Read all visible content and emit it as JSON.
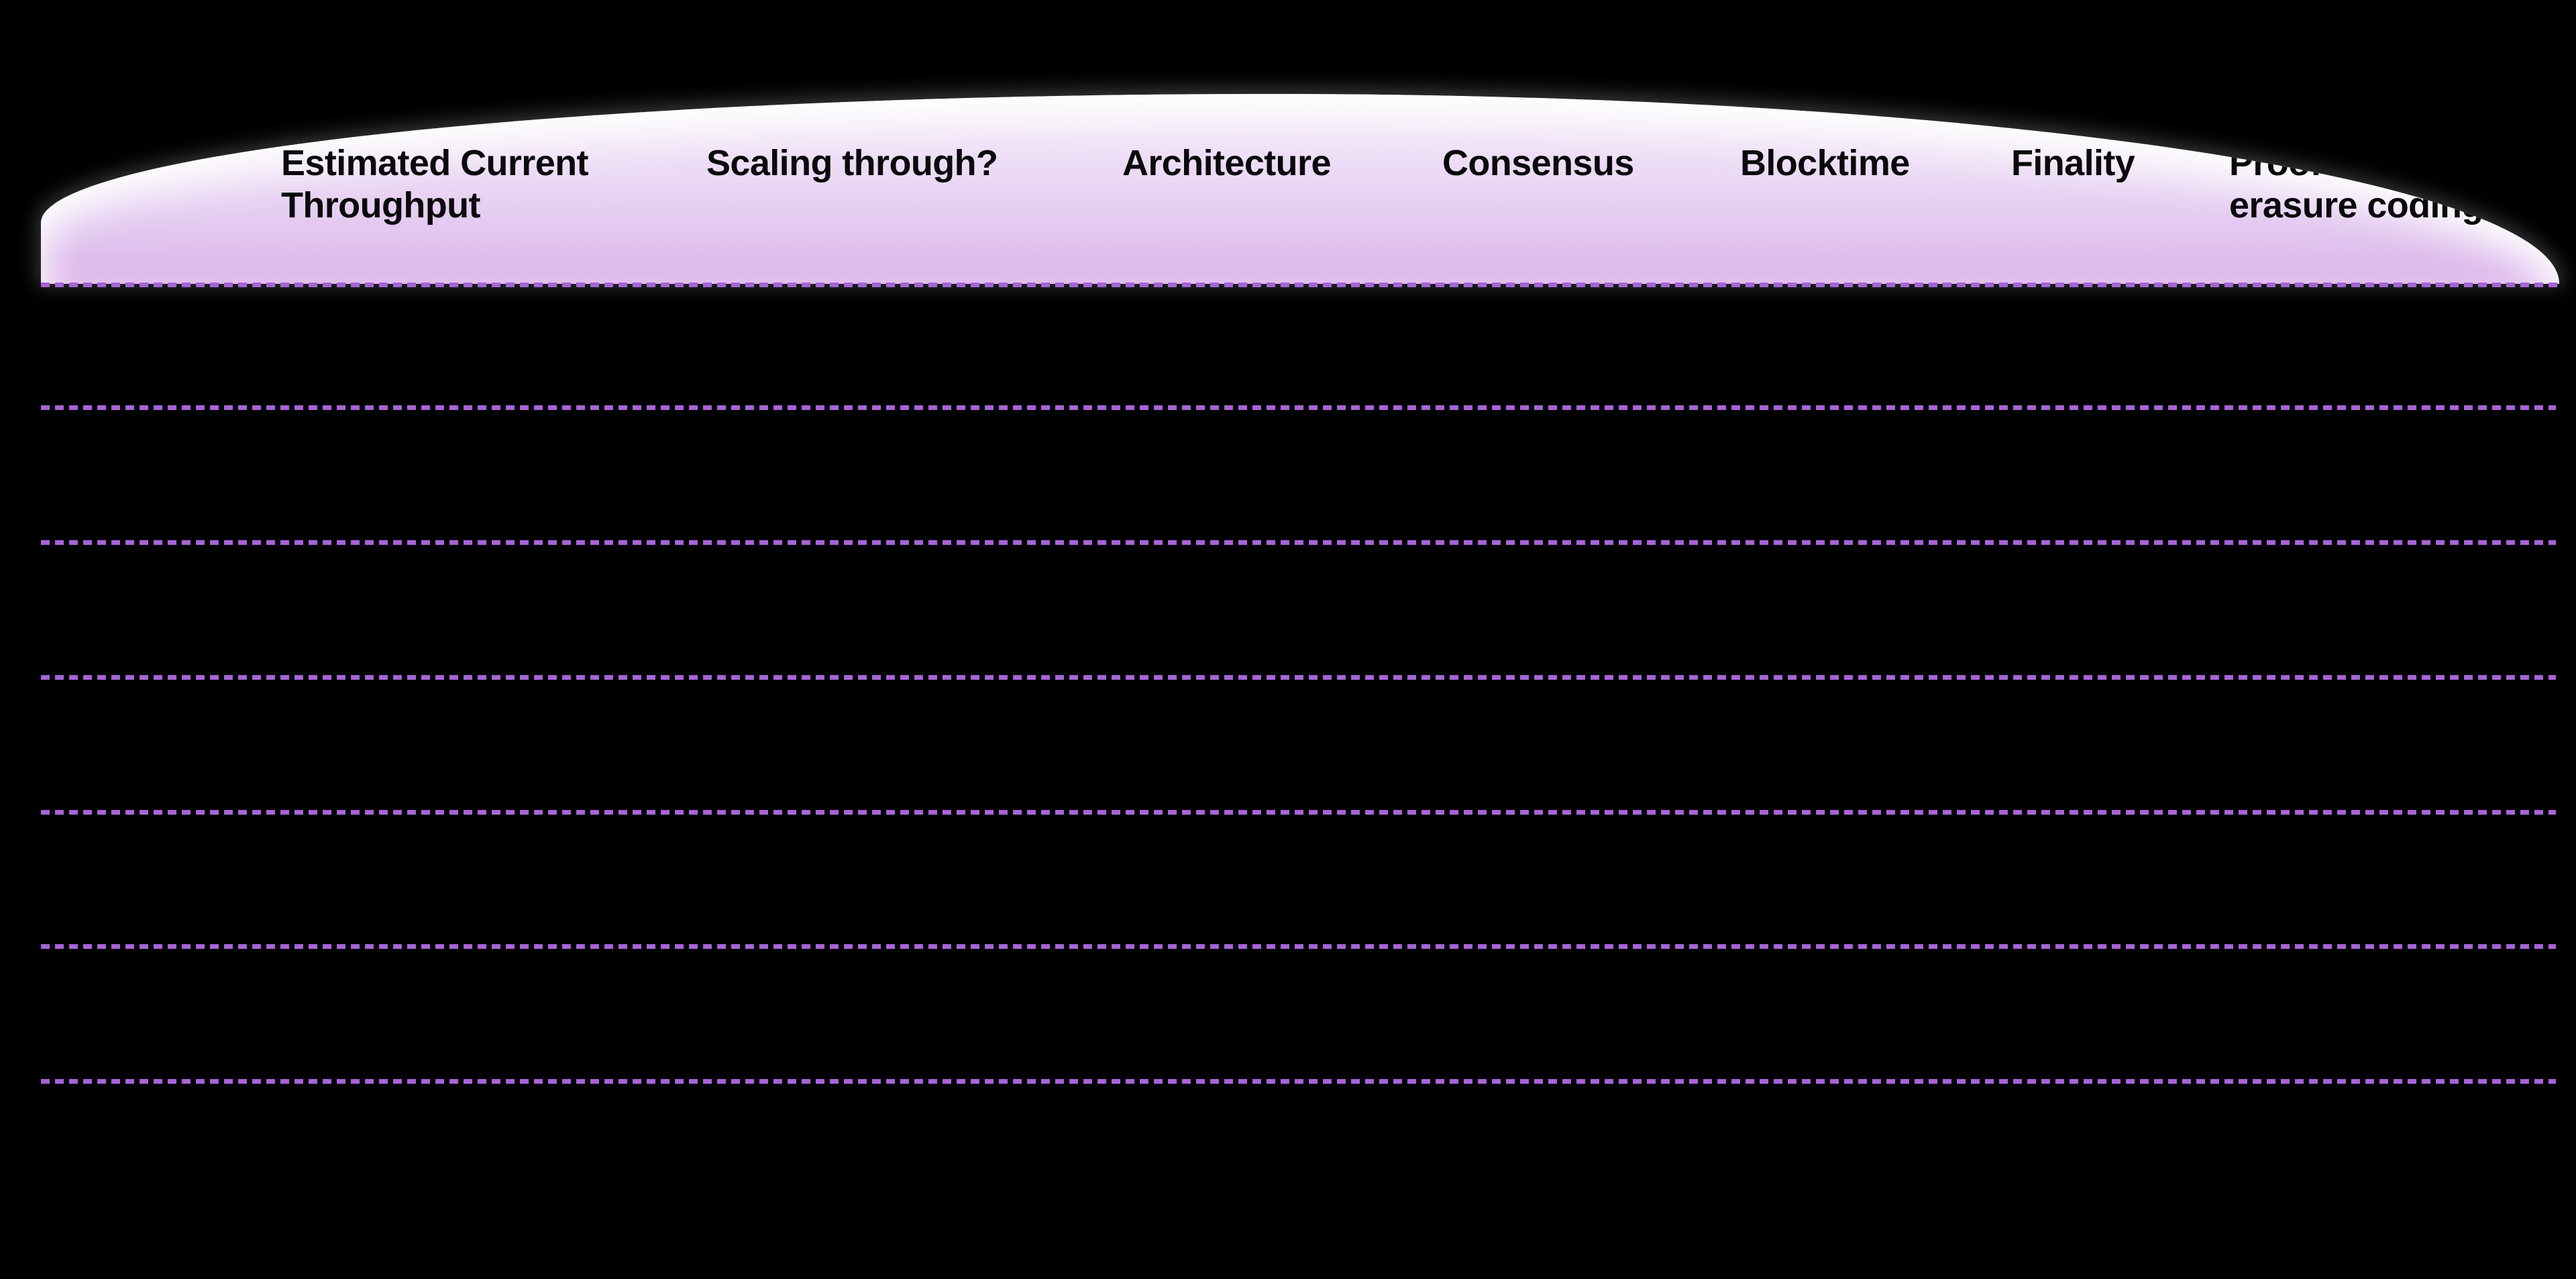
{
  "page": {
    "background_color": "#000000"
  },
  "header": {
    "band_gradient_top": "#ffffff",
    "band_gradient_bottom": "#dcb2ec",
    "text_color": "#0a0a0c",
    "columns": [
      {
        "id": "estimated-current-throughput",
        "lines": [
          "Estimated Current",
          "Throughput"
        ]
      },
      {
        "id": "scaling-through",
        "lines": [
          "Scaling through?"
        ]
      },
      {
        "id": "architecture",
        "lines": [
          "Architecture"
        ]
      },
      {
        "id": "consensus",
        "lines": [
          "Consensus"
        ]
      },
      {
        "id": "blocktime",
        "lines": [
          "Blocktime"
        ]
      },
      {
        "id": "finality",
        "lines": [
          "Finality"
        ]
      },
      {
        "id": "proof-of-custody-erasure-coding",
        "lines": [
          "Proof of custody /",
          "erasure coding"
        ],
        "partially_occluded_by_curve": true
      }
    ]
  },
  "table": {
    "separator_color": "#a764d8",
    "separator_style": "dashed",
    "visible_row_count": 6,
    "rows_content_visible": false
  }
}
